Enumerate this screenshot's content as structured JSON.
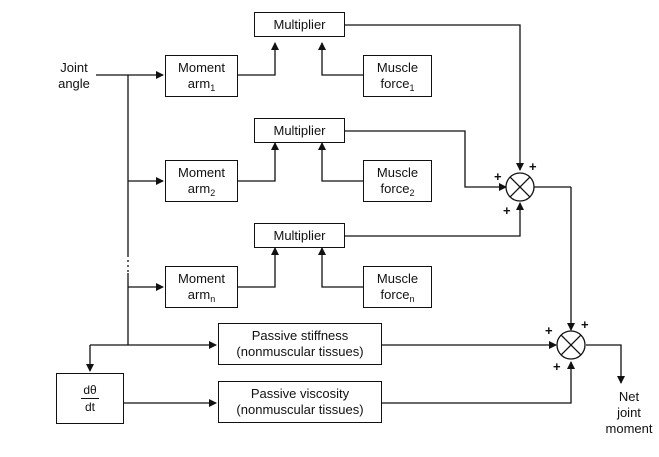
{
  "input_label": [
    "Joint",
    "angle"
  ],
  "output_label": [
    "Net",
    "joint",
    "moment"
  ],
  "multiplier_label": "Multiplier",
  "moment_arm": {
    "label": "Moment",
    "label2": "arm",
    "subs": [
      "1",
      "2",
      "n"
    ]
  },
  "muscle_force": {
    "label": "Muscle",
    "label2": "force",
    "subs": [
      "1",
      "2",
      "n"
    ]
  },
  "derivative": {
    "numerator": "dθ",
    "denominator": "dt"
  },
  "passive_stiffness": [
    "Passive stiffness",
    "(nonmuscular tissues)"
  ],
  "passive_viscosity": [
    "Passive viscosity",
    "(nonmuscular tissues)"
  ],
  "sign": "+"
}
